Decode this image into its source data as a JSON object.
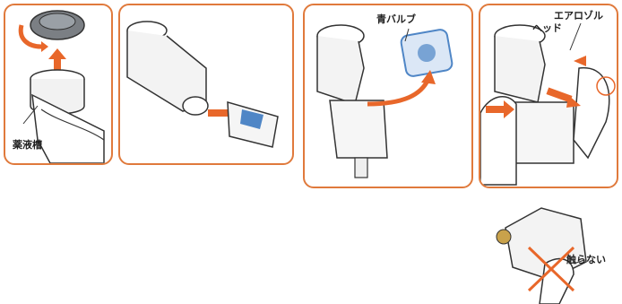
{
  "panel1": {
    "callout": "薬液槽"
  },
  "panel3": {
    "callout": "青バルブ"
  },
  "panel4": {
    "callout_line1": "エアロゾル",
    "callout_line2": "ヘッド"
  },
  "warning": {
    "text": "触らない"
  },
  "colors": {
    "panel_border": "#e07a3c",
    "arrow": "#e8672a",
    "cross": "#e8672a",
    "valve_blue": "#4f86c6",
    "device_gray": "#9aa0a6"
  },
  "icons": [
    "rotate-arrow-icon",
    "up-arrow-icon",
    "remove-arrow-icon",
    "curved-arrow-icon",
    "press-arrow-icon",
    "push-arrow-icon",
    "no-touch-cross-icon"
  ]
}
